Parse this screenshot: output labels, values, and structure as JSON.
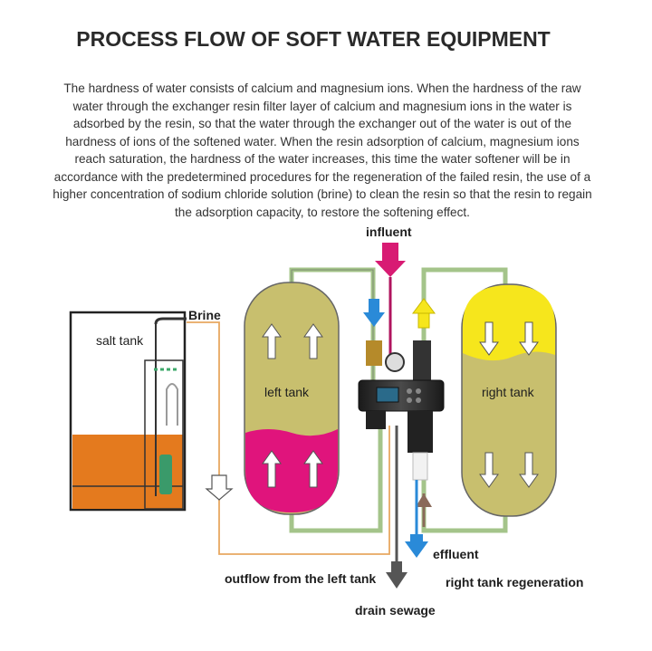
{
  "title": "PROCESS FLOW OF SOFT WATER EQUIPMENT",
  "description": "The hardness of water consists of calcium and magnesium ions. When the hardness of the raw water through the exchanger resin filter layer of calcium and magnesium ions in the water is adsorbed by the resin, so that the water through the exchanger out of the water is out of the hardness of ions of the softened water. When the resin adsorption of calcium, magnesium ions reach saturation, the hardness of the water increases, this time the water softener will be in accordance with the predetermined procedures for the regeneration of the failed resin, the use of a higher concentration of sodium chloride solution (brine) to clean the resin so that the resin to regain the adsorption capacity, to restore the softening effect.",
  "labels": {
    "influent": "influent",
    "brine": "Brine",
    "salt_tank": "salt tank",
    "left_tank": "left tank",
    "right_tank": "right tank",
    "effluent": "effluent",
    "outflow_left": "outflow from the left tank",
    "right_regen": "right tank regeneration",
    "drain": "drain sewage"
  },
  "colors": {
    "tank_body": "#c8bf6e",
    "left_resin": "#e0147c",
    "right_resin": "#f6e61c",
    "salt_water": "#e47a1e",
    "pipe_green": "#a4c48a",
    "brine_line": "#e8a860",
    "influent_arrow": "#d81b73",
    "flow_arrow": "#2a8ad8",
    "drain_arrow": "#555555",
    "regen_arrow": "#8a6a5a"
  }
}
